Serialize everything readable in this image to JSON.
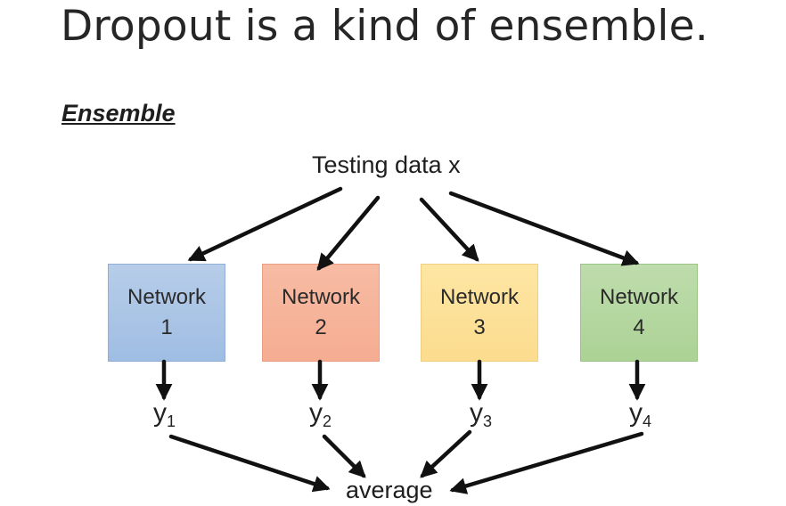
{
  "slide": {
    "title": "Dropout is a kind of ensemble.",
    "subtitle": "Ensemble"
  },
  "diagram": {
    "input_label": "Testing data x",
    "networks": [
      {
        "line1": "Network",
        "line2": "1",
        "color": "#a9c4e6"
      },
      {
        "line1": "Network",
        "line2": "2",
        "color": "#f6b49b"
      },
      {
        "line1": "Network",
        "line2": "3",
        "color": "#fde19a"
      },
      {
        "line1": "Network",
        "line2": "4",
        "color": "#b5d7a1"
      }
    ],
    "outputs": [
      {
        "symbol": "y",
        "index": "1"
      },
      {
        "symbol": "y",
        "index": "2"
      },
      {
        "symbol": "y",
        "index": "3"
      },
      {
        "symbol": "y",
        "index": "4"
      }
    ],
    "aggregate_label": "average"
  }
}
